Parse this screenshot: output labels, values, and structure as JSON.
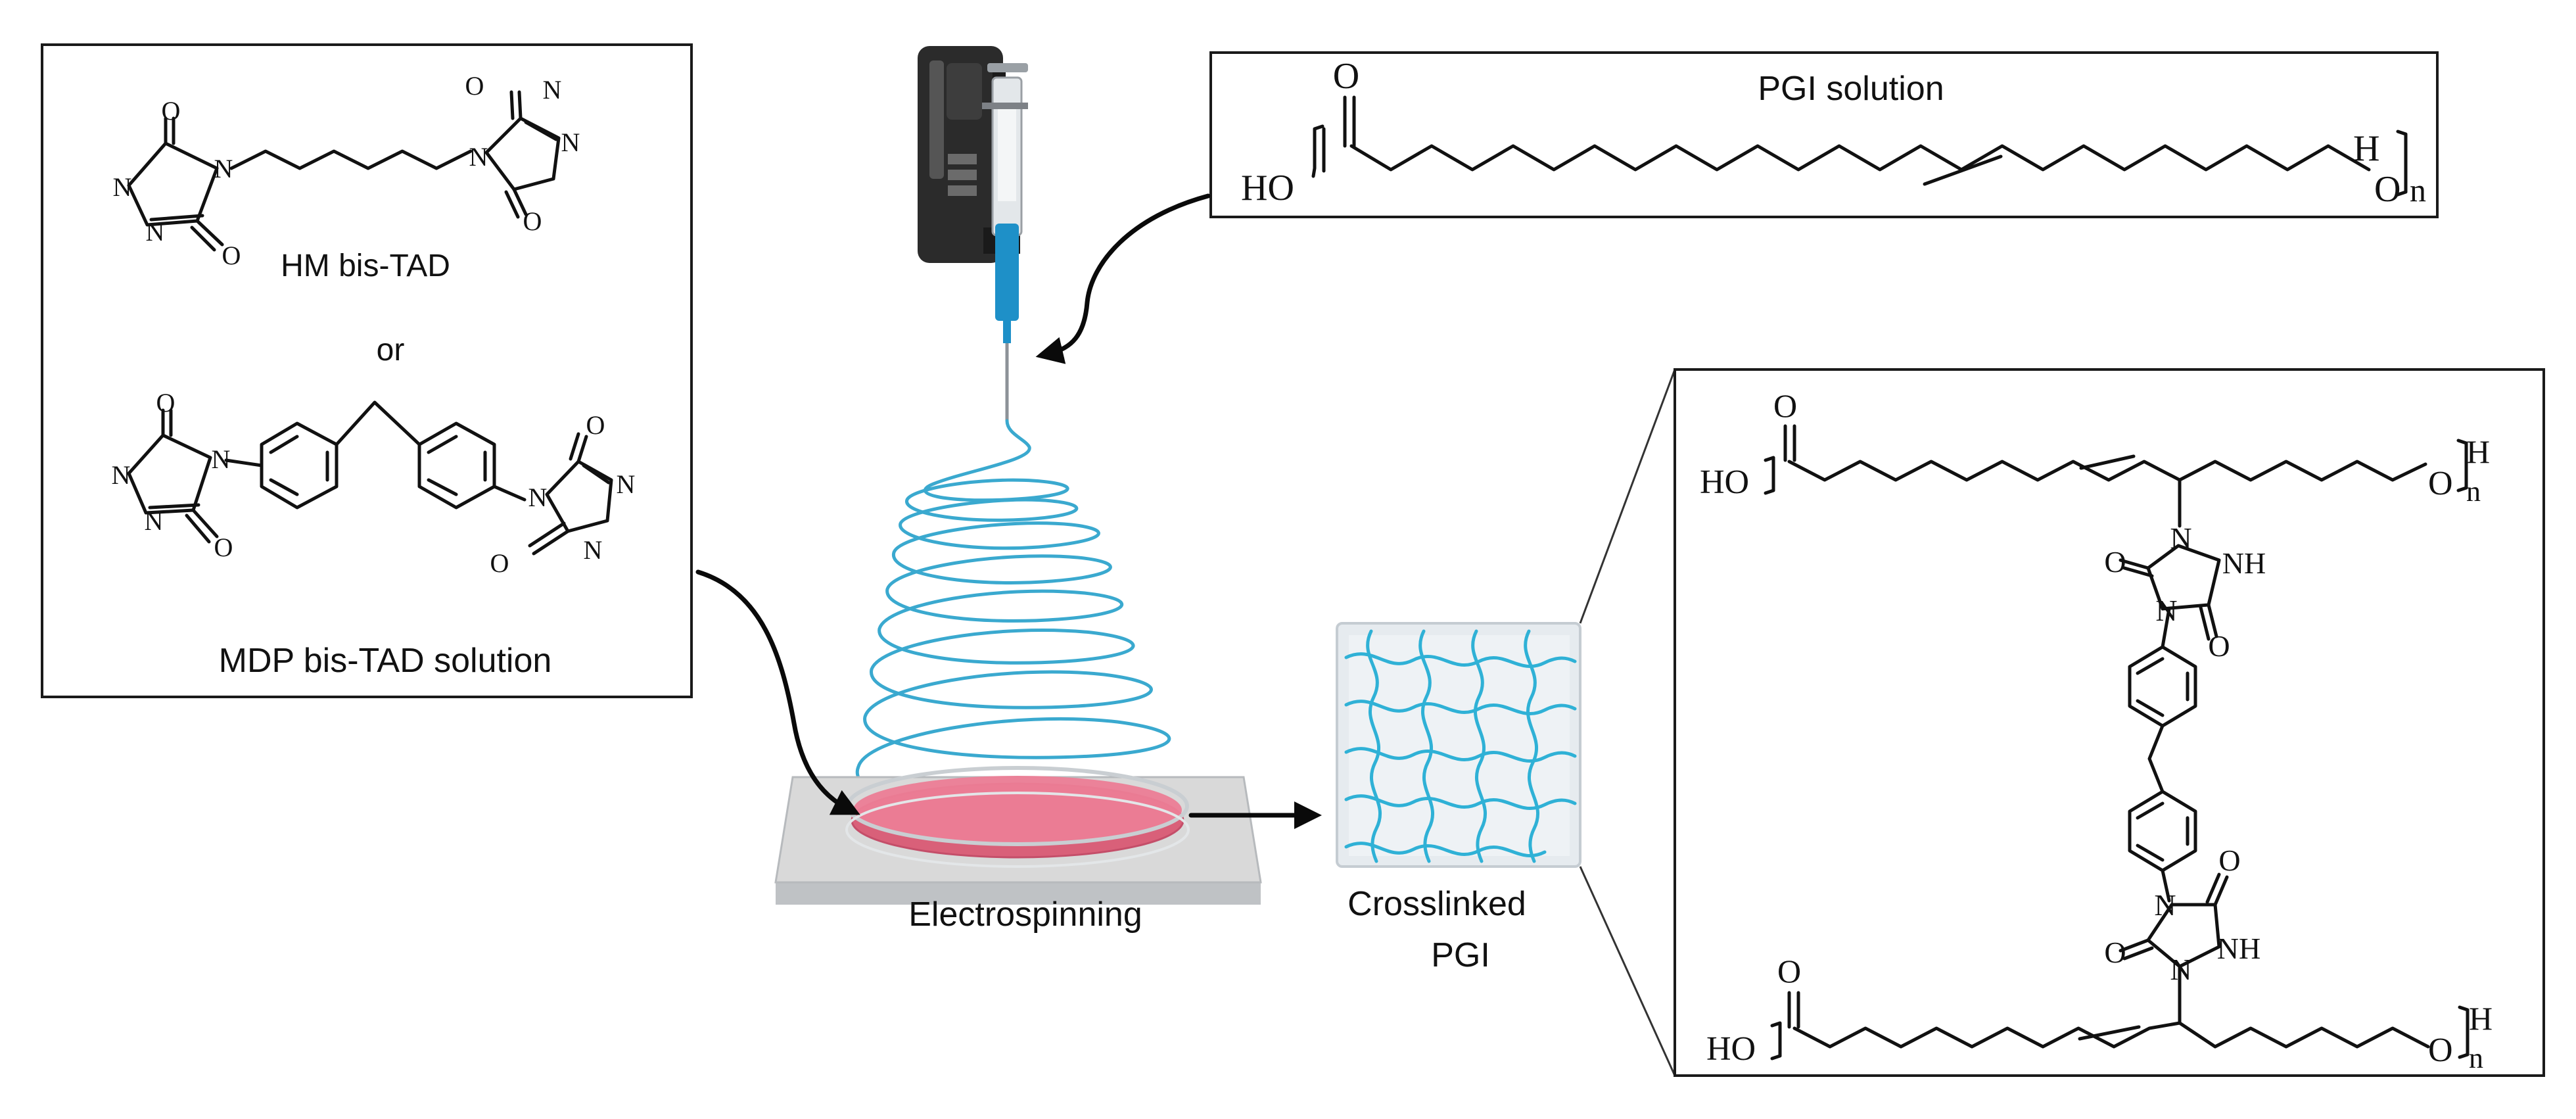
{
  "tad_panel": {
    "hm_label": "HM bis-TAD",
    "or_label": "or",
    "mdp_label": "MDP bis-TAD solution",
    "atoms": {
      "O": "O",
      "N": "N",
      "NH": "NH",
      "HO": "HO",
      "H": "H",
      "n": "n"
    }
  },
  "pgi_panel": {
    "title": "PGI solution"
  },
  "steps": {
    "electrospinning_label": "Electrospinning",
    "crosslinked_line1": "Crosslinked",
    "crosslinked_line2": "PGI"
  },
  "colors": {
    "fiber": "#3aa9cf",
    "solution": "#1e90c8",
    "dish_fill": "#e86a86",
    "platform": "#d9d9d9",
    "pump_body": "#2b2b2b",
    "mat": "#e6ebef"
  },
  "icons": [
    "syringe-pump-icon",
    "petri-dish-icon",
    "fiber-mat-icon"
  ]
}
